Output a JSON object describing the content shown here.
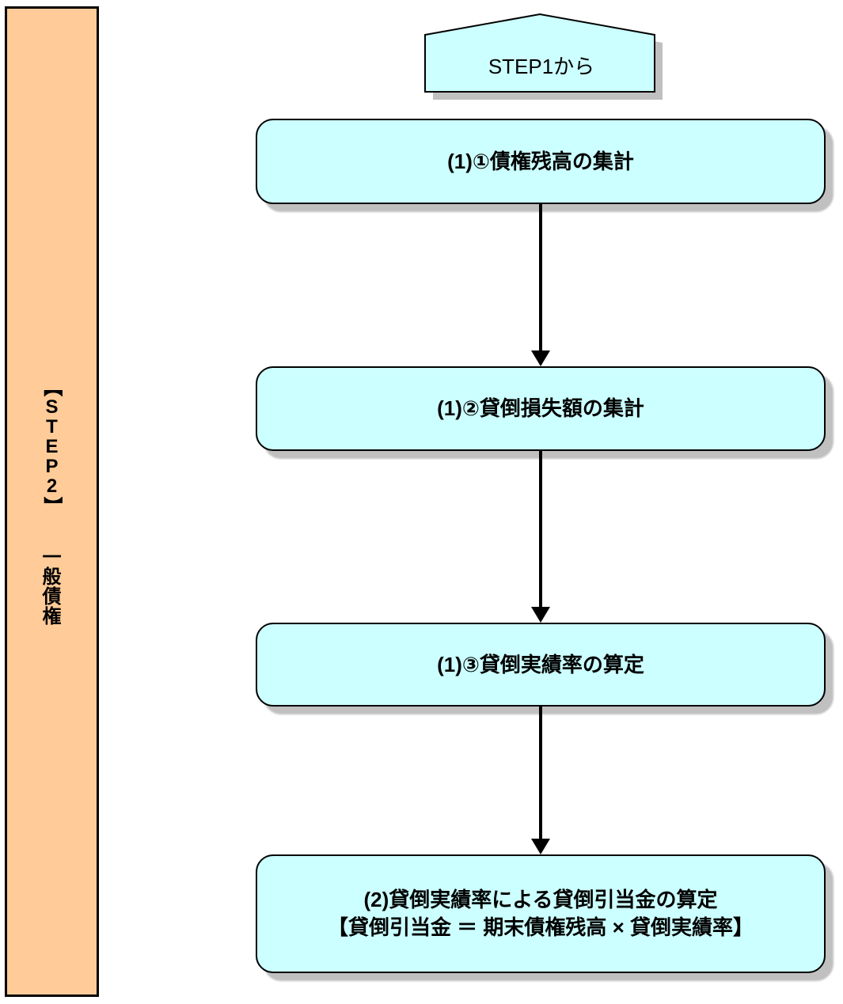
{
  "colors": {
    "box_fill": "#CCFFFF",
    "box_border": "#000000",
    "shadow": "#C0C0C0",
    "sidebar_fill": "#FFCC99",
    "arrow": "#000000",
    "text": "#000000",
    "page_bg": "#FFFFFF"
  },
  "sidebar": {
    "text": "【STEP2】一般債権",
    "chars": [
      "【",
      "S",
      "T",
      "E",
      "P",
      "2",
      "】",
      "一",
      "般",
      "債",
      "権"
    ]
  },
  "flowchart": {
    "start": {
      "label": "STEP1から",
      "shape": "pentagon-up"
    },
    "steps": [
      {
        "label": "(1)①債権残高の集計"
      },
      {
        "label": "(1)②貸倒損失額の集計"
      },
      {
        "label": "(1)③貸倒実績率の算定"
      },
      {
        "label": "(2)貸倒実績率による貸倒引当金の算定",
        "label2": "【貸倒引当金 ＝ 期末債権残高 × 貸倒実績率】"
      }
    ]
  }
}
